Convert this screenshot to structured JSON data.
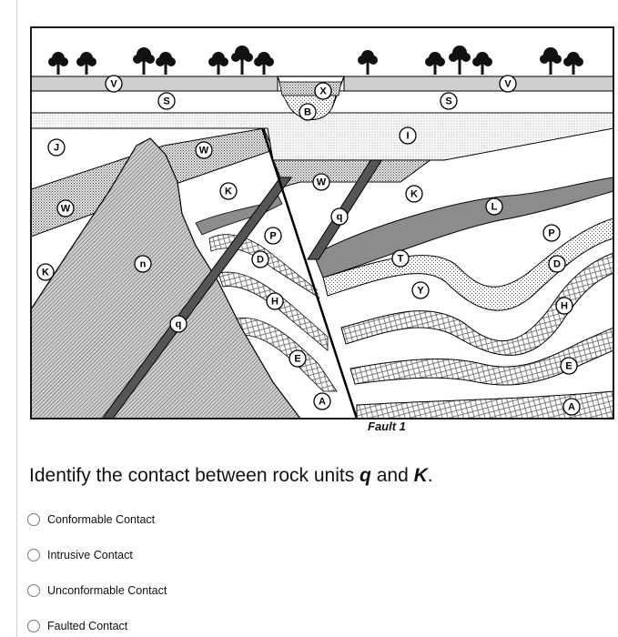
{
  "figure": {
    "fault_caption": "Fault 1",
    "unit_labels": [
      {
        "key": "V1",
        "text": "V"
      },
      {
        "key": "S1",
        "text": "S"
      },
      {
        "key": "X",
        "text": "X"
      },
      {
        "key": "B",
        "text": "B"
      },
      {
        "key": "S2",
        "text": "S"
      },
      {
        "key": "V2",
        "text": "V"
      },
      {
        "key": "I",
        "text": "I"
      },
      {
        "key": "J",
        "text": "J"
      },
      {
        "key": "W1",
        "text": "W"
      },
      {
        "key": "W2",
        "text": "W"
      },
      {
        "key": "K1",
        "text": "K"
      },
      {
        "key": "W3",
        "text": "W"
      },
      {
        "key": "K2",
        "text": "K"
      },
      {
        "key": "L",
        "text": "L"
      },
      {
        "key": "q1",
        "text": "q"
      },
      {
        "key": "P1",
        "text": "P"
      },
      {
        "key": "D1",
        "text": "D"
      },
      {
        "key": "P2",
        "text": "P"
      },
      {
        "key": "K3",
        "text": "K"
      },
      {
        "key": "n",
        "text": "n"
      },
      {
        "key": "T",
        "text": "T"
      },
      {
        "key": "Y",
        "text": "Y"
      },
      {
        "key": "D2",
        "text": "D"
      },
      {
        "key": "H1",
        "text": "H"
      },
      {
        "key": "H2",
        "text": "H"
      },
      {
        "key": "q2",
        "text": "q"
      },
      {
        "key": "E1",
        "text": "E"
      },
      {
        "key": "E2",
        "text": "E"
      },
      {
        "key": "A1",
        "text": "A"
      },
      {
        "key": "A2",
        "text": "A"
      }
    ]
  },
  "question": {
    "prefix": "Identify the contact between rock units ",
    "unit1": "q",
    "middle": " and ",
    "unit2": "K",
    "suffix": "."
  },
  "choices": [
    {
      "label": "Conformable Contact",
      "selected": false
    },
    {
      "label": "Intrusive Contact",
      "selected": false
    },
    {
      "label": "Unconformable Contact",
      "selected": false
    },
    {
      "label": "Faulted Contact",
      "selected": false
    }
  ]
}
